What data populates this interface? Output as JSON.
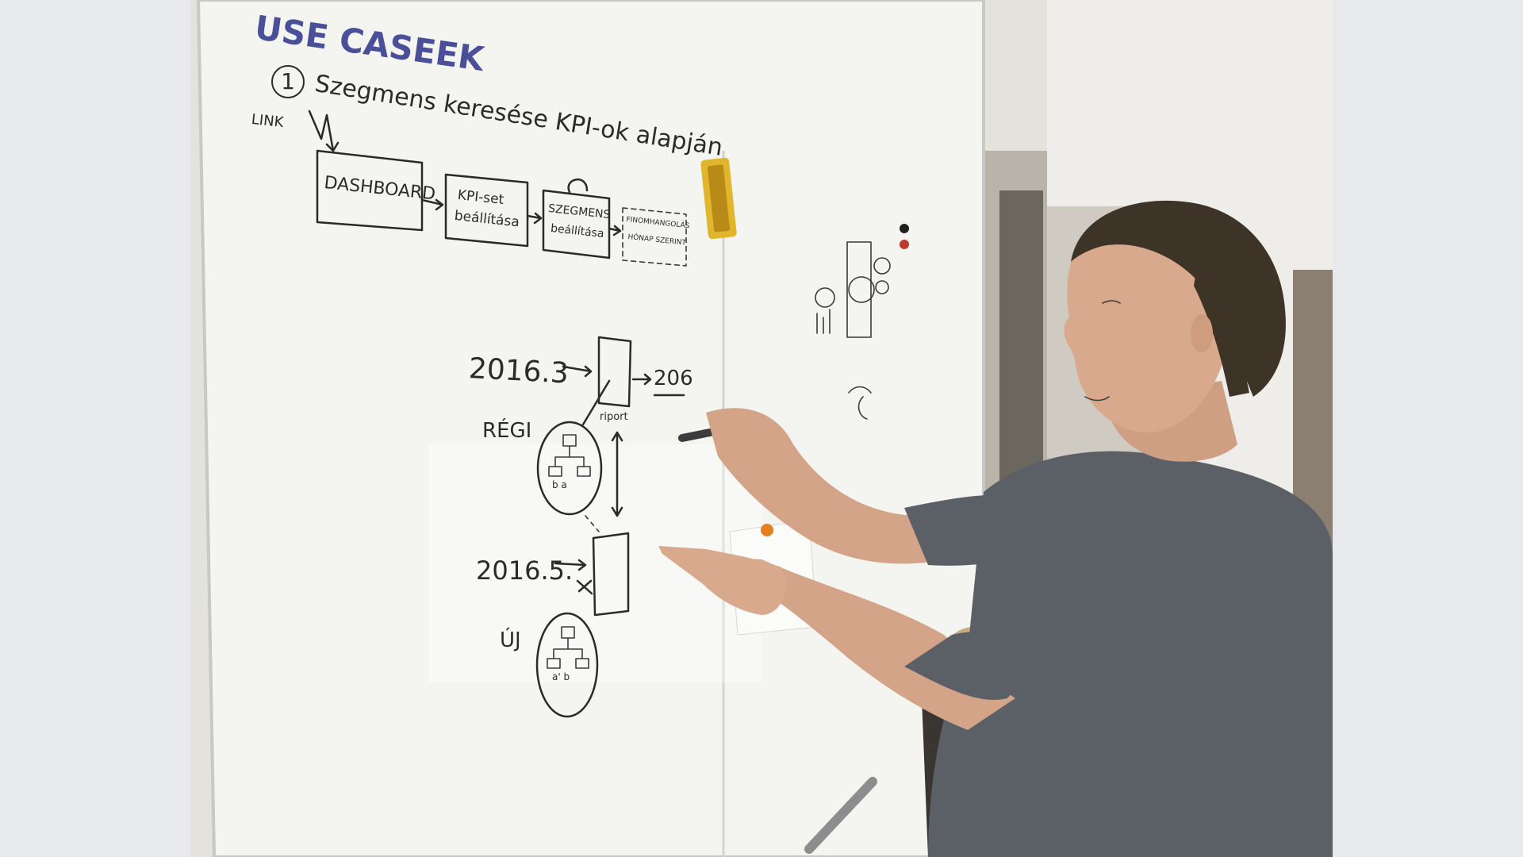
{
  "board": {
    "heading": "USE CASEEK",
    "usecase_number": "1",
    "usecase_title": "Szegmens keresése KPI-ok alapján",
    "link_label": "LINK",
    "flow": [
      {
        "label_line1": "DASHBOARD",
        "label_line2": ""
      },
      {
        "label_line1": "KPI-set",
        "label_line2": "beállítása"
      },
      {
        "label_line1": "SZEGMENS",
        "label_line2": "beállítása"
      },
      {
        "label_line1": "FINOMHANGOLÁS",
        "label_line2": "HÓNAP SZERINT"
      }
    ],
    "diagram": {
      "date_old": "2016.3",
      "date_new": "2016.5.",
      "result_value": "206",
      "report_label": "riport",
      "old_label": "RÉGI",
      "new_label": "ÚJ",
      "tree_leaves_old": "b a",
      "tree_leaves_new": "a' b"
    }
  },
  "colors": {
    "whiteboard": "#f4f4f1",
    "marker_black": "#2a2a2a",
    "marker_blue": "#4a4f9a",
    "eraser_yellow": "#e2b62c",
    "shirt_gray": "#5b6066",
    "wall": "#e6e4df"
  },
  "objects": [
    "whiteboard",
    "eraser",
    "marker-pen",
    "person",
    "magnets",
    "doorway",
    "chair"
  ]
}
